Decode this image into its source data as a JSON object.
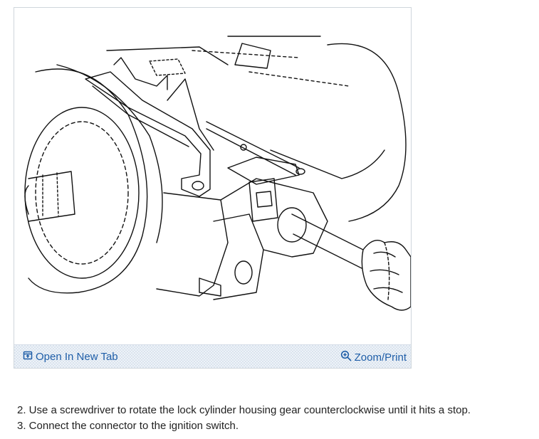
{
  "figure": {
    "open_tab_label": "Open In New Tab",
    "zoom_print_label": "Zoom/Print",
    "icons": [
      "open-in-new-tab-icon",
      "zoom-icon"
    ],
    "link_color": "#1f5ea8"
  },
  "instructions": {
    "steps": [
      "2. Use a screwdriver to rotate the lock cylinder housing gear counterclockwise until it hits a stop.",
      "3. Connect the connector to the ignition switch."
    ]
  }
}
